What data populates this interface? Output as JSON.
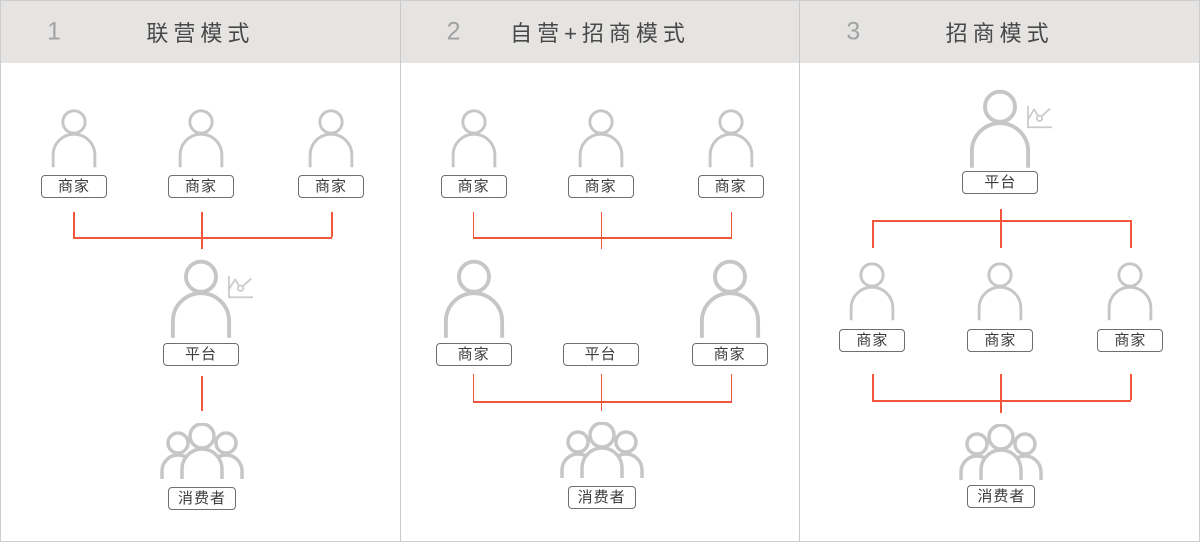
{
  "columns": [
    {
      "number": "1",
      "title": "联营模式",
      "top_row": [
        "商家",
        "商家",
        "商家"
      ],
      "middle_row": [
        "平台"
      ],
      "bottom_row": [
        "消费者"
      ]
    },
    {
      "number": "2",
      "title": "自营+招商模式",
      "top_row": [
        "商家",
        "商家",
        "商家"
      ],
      "middle_row": [
        "商家",
        "平台",
        "商家"
      ],
      "bottom_row": [
        "消费者"
      ]
    },
    {
      "number": "3",
      "title": "招商模式",
      "top_row": [
        "平台"
      ],
      "middle_row": [
        "商家",
        "商家",
        "商家"
      ],
      "bottom_row": [
        "消费者"
      ]
    }
  ],
  "icons": {
    "person": "person-icon",
    "people_group": "people-group-icon",
    "line_chart": "line-chart-icon"
  },
  "colors": {
    "accent_red": "#f2573c",
    "icon_gray": "#c6c6c6",
    "chart_icon_gray": "#cbcbcb",
    "header_bg": "#e5e4e2",
    "label_border": "#6e6e6e",
    "label_text": "#3c3c3c",
    "title_text": "#484848",
    "number_gray": "#a2a2a2",
    "divider": "#c9c9c9"
  }
}
